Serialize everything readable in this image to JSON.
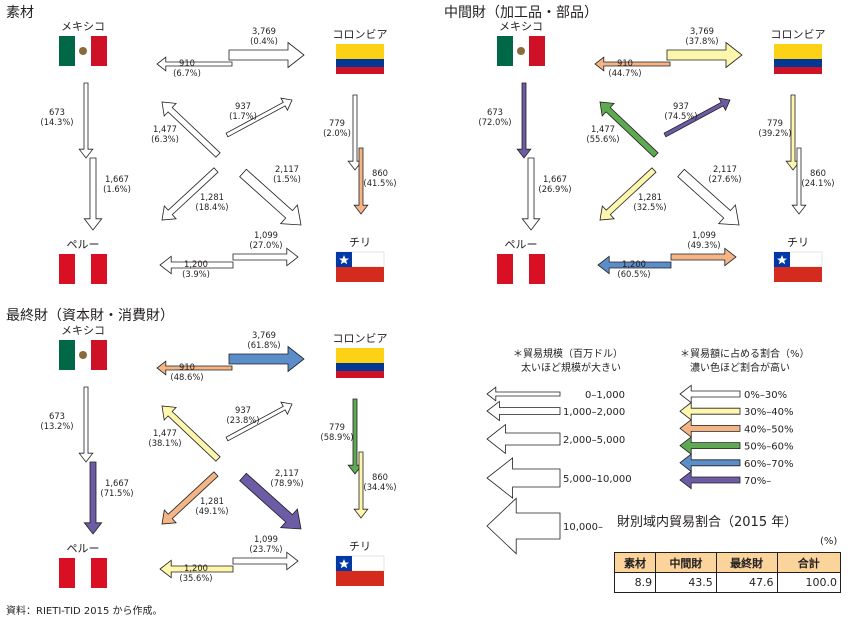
{
  "source_note": "資料：RIETI-TID 2015 から作成。",
  "countries": {
    "mexico": "メキシコ",
    "colombia": "コロンビア",
    "peru": "ペルー",
    "chile": "チリ"
  },
  "colors": {
    "0-30": "#ffffff",
    "30-40": "#fdf6ad",
    "40-50": "#f3b486",
    "50-60": "#5eaa52",
    "60-70": "#5b8ec8",
    "70+": "#6b5ca5",
    "outline": "#231f20",
    "table_header": "#fbd49b"
  },
  "panels": [
    {
      "title": "素材",
      "flows": [
        {
          "id": "mx-co",
          "value": "3,769",
          "pct": "(0.4%)",
          "share": 0.4
        },
        {
          "id": "co-mx",
          "value": "910",
          "pct": "(6.7%)",
          "share": 6.7
        },
        {
          "id": "mx-pe",
          "value": "673",
          "pct": "(14.3%)",
          "share": 14.3
        },
        {
          "id": "pe-mx",
          "value": "1,667",
          "pct": "(1.6%)",
          "share": 1.6
        },
        {
          "id": "co-pe",
          "value": "1,477",
          "pct": "(6.3%)",
          "share": 6.3
        },
        {
          "id": "pe-co",
          "value": "937",
          "pct": "(1.7%)",
          "share": 1.7
        },
        {
          "id": "cl-mx",
          "value": "1,281",
          "pct": "(18.4%)",
          "share": 18.4
        },
        {
          "id": "mx-cl",
          "value": "2,117",
          "pct": "(1.5%)",
          "share": 1.5
        },
        {
          "id": "co-cl",
          "value": "779",
          "pct": "(2.0%)",
          "share": 2.0
        },
        {
          "id": "cl-co",
          "value": "860",
          "pct": "(41.5%)",
          "share": 41.5
        },
        {
          "id": "pe-cl",
          "value": "1,099",
          "pct": "(27.0%)",
          "share": 27.0
        },
        {
          "id": "cl-pe",
          "value": "1,200",
          "pct": "(3.9%)",
          "share": 3.9
        }
      ]
    },
    {
      "title": "中間財（加工品・部品）",
      "flows": [
        {
          "id": "mx-co",
          "value": "3,769",
          "pct": "(37.8%)",
          "share": 37.8
        },
        {
          "id": "co-mx",
          "value": "910",
          "pct": "(44.7%)",
          "share": 44.7
        },
        {
          "id": "mx-pe",
          "value": "673",
          "pct": "(72.0%)",
          "share": 72.0
        },
        {
          "id": "pe-mx",
          "value": "1,667",
          "pct": "(26.9%)",
          "share": 26.9
        },
        {
          "id": "co-pe",
          "value": "1,477",
          "pct": "(55.6%)",
          "share": 55.6
        },
        {
          "id": "pe-co",
          "value": "937",
          "pct": "(74.5%)",
          "share": 74.5
        },
        {
          "id": "cl-mx",
          "value": "1,281",
          "pct": "(32.5%)",
          "share": 32.5
        },
        {
          "id": "mx-cl",
          "value": "2,117",
          "pct": "(27.6%)",
          "share": 27.6
        },
        {
          "id": "co-cl",
          "value": "779",
          "pct": "(39.2%)",
          "share": 39.2
        },
        {
          "id": "cl-co",
          "value": "860",
          "pct": "(24.1%)",
          "share": 24.1
        },
        {
          "id": "pe-cl",
          "value": "1,099",
          "pct": "(49.3%)",
          "share": 49.3
        },
        {
          "id": "cl-pe",
          "value": "1,200",
          "pct": "(60.5%)",
          "share": 60.5
        }
      ]
    },
    {
      "title": "最終財（資本財・消費財）",
      "flows": [
        {
          "id": "mx-co",
          "value": "3,769",
          "pct": "(61.8%)",
          "share": 61.8
        },
        {
          "id": "co-mx",
          "value": "910",
          "pct": "(48.6%)",
          "share": 48.6
        },
        {
          "id": "mx-pe",
          "value": "673",
          "pct": "(13.2%)",
          "share": 13.2
        },
        {
          "id": "pe-mx",
          "value": "1,667",
          "pct": "(71.5%)",
          "share": 71.5
        },
        {
          "id": "co-pe",
          "value": "1,477",
          "pct": "(38.1%)",
          "share": 38.1
        },
        {
          "id": "pe-co",
          "value": "937",
          "pct": "(23.8%)",
          "share": 23.8
        },
        {
          "id": "cl-mx",
          "value": "1,281",
          "pct": "(49.1%)",
          "share": 49.1
        },
        {
          "id": "mx-cl",
          "value": "2,117",
          "pct": "(78.9%)",
          "share": 78.9
        },
        {
          "id": "co-cl",
          "value": "779",
          "pct": "(58.9%)",
          "share": 58.9
        },
        {
          "id": "cl-co",
          "value": "860",
          "pct": "(34.4%)",
          "share": 34.4
        },
        {
          "id": "pe-cl",
          "value": "1,099",
          "pct": "(23.7%)",
          "share": 23.7
        },
        {
          "id": "cl-pe",
          "value": "1,200",
          "pct": "(35.6%)",
          "share": 35.6
        }
      ]
    }
  ],
  "legend_size": {
    "title_line1": "＊貿易規模（百万ドル）",
    "title_line2": "太いほど規模が大きい",
    "items": [
      "0–1,000",
      "1,000–2,000",
      "2,000–5,000",
      "5,000–10,000",
      "10,000–"
    ]
  },
  "legend_color": {
    "title_line1": "＊貿易額に占める割合（%）",
    "title_line2": "濃い色ほど割合が高い",
    "items": [
      {
        "label": "0%–30%",
        "color": "#ffffff"
      },
      {
        "label": "30%–40%",
        "color": "#fdf6ad"
      },
      {
        "label": "40%–50%",
        "color": "#f3b486"
      },
      {
        "label": "50%–60%",
        "color": "#5eaa52"
      },
      {
        "label": "60%–70%",
        "color": "#5b8ec8"
      },
      {
        "label": "70%–",
        "color": "#6b5ca5"
      }
    ]
  },
  "table": {
    "caption": "財別域内貿易割合（2015 年）",
    "unit": "(%)",
    "headers": [
      "素材",
      "中間財",
      "最終財",
      "合計"
    ],
    "values": [
      "8.9",
      "43.5",
      "47.6",
      "100.0"
    ]
  }
}
